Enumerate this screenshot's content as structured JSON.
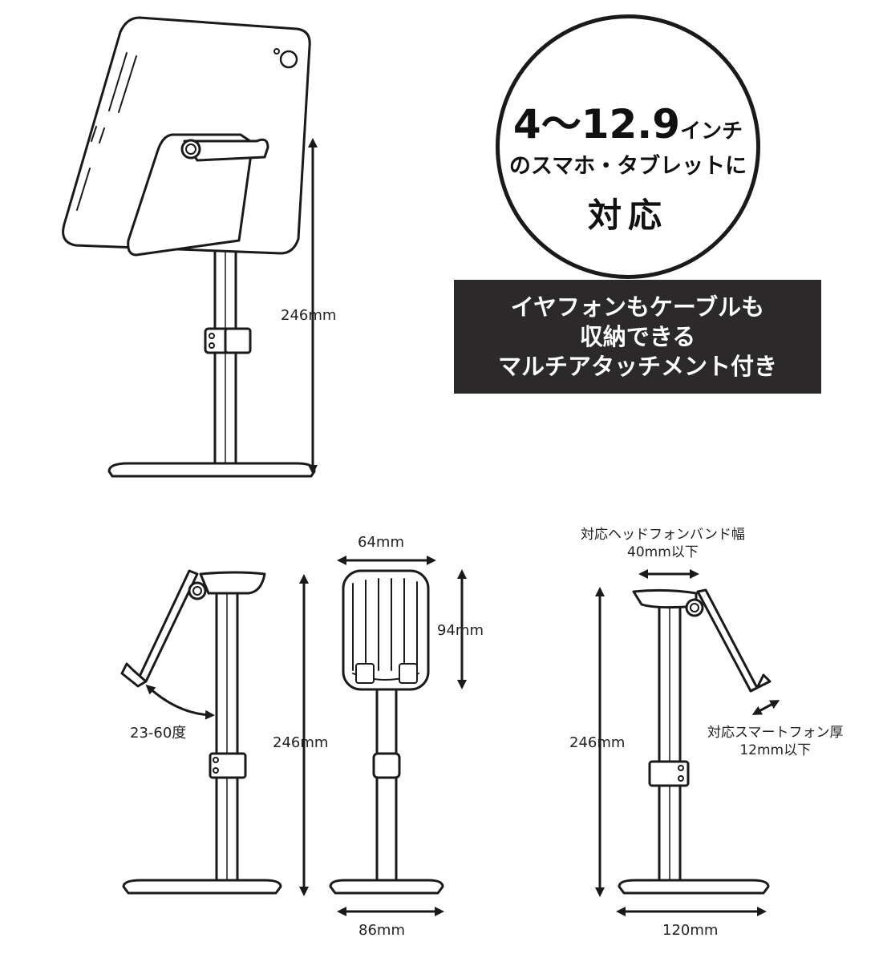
{
  "badge": {
    "size_range": "4～12.9",
    "size_unit": "インチ",
    "line2": "のスマホ・タブレットに",
    "line3": "対応"
  },
  "feature": {
    "line1": "イヤフォンもケーブルも",
    "line2": "収納できる",
    "line3": "マルチアタッチメント付き"
  },
  "dimensions": {
    "top_height": "246mm",
    "side_height": "246mm",
    "angle": "23-60度",
    "front_holder_width": "64mm",
    "front_holder_height": "94mm",
    "front_base_width": "86mm",
    "back_height": "246mm",
    "back_base_width": "120mm"
  },
  "notes": {
    "headphone_title": "対応ヘッドフォンバンド幅",
    "headphone_limit": "40mm以下",
    "phone_title": "対応スマートフォン厚",
    "phone_limit": "12mm以下"
  },
  "colors": {
    "ink": "#1a1a1a",
    "band": "#2b2929"
  }
}
